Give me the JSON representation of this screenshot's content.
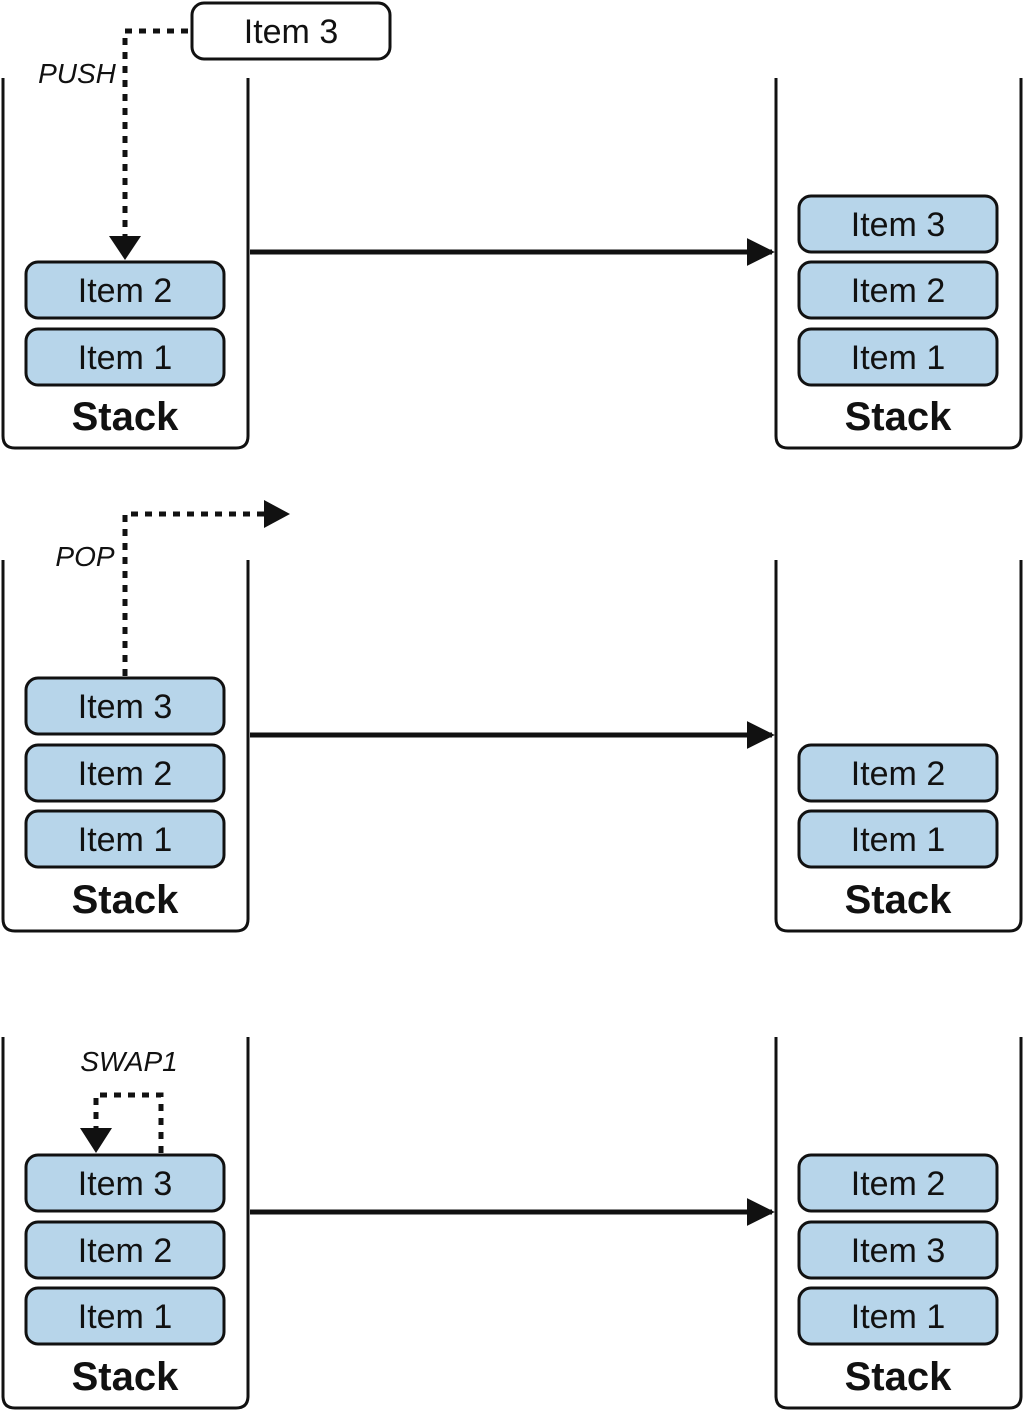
{
  "colors": {
    "item_fill": "#b7d5ea",
    "pending_item_fill": "#ffffff",
    "stroke": "#111111"
  },
  "push": {
    "op_label": "PUSH",
    "incoming_item": "Item 3",
    "before": {
      "label": "Stack",
      "items": [
        "Item 2",
        "Item 1"
      ]
    },
    "after": {
      "label": "Stack",
      "items": [
        "Item 3",
        "Item 2",
        "Item 1"
      ]
    }
  },
  "pop": {
    "op_label": "POP",
    "before": {
      "label": "Stack",
      "items": [
        "Item 3",
        "Item 2",
        "Item 1"
      ]
    },
    "after": {
      "label": "Stack",
      "items": [
        "Item 2",
        "Item 1"
      ]
    }
  },
  "swap": {
    "op_label": "SWAP1",
    "before": {
      "label": "Stack",
      "items": [
        "Item 3",
        "Item 2",
        "Item 1"
      ]
    },
    "after": {
      "label": "Stack",
      "items": [
        "Item 2",
        "Item 3",
        "Item 1"
      ]
    }
  }
}
